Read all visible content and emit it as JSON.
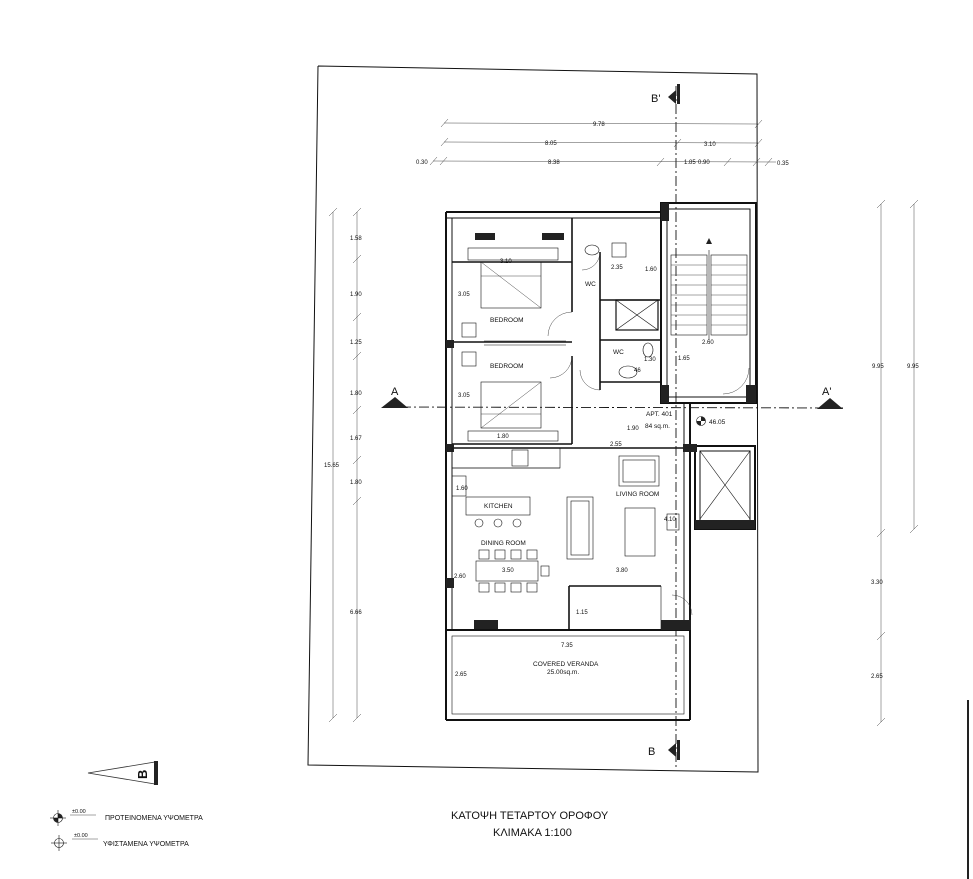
{
  "sections": {
    "b_prime": "B'",
    "b": "B",
    "a": "A",
    "a_prime": "A'"
  },
  "top_dims": {
    "d1": "9.78",
    "d2": "8.05",
    "d3": "3.10",
    "d4": "0.30",
    "d5": "8.38",
    "d6": "1.85",
    "d7": "0.90",
    "d8": "0.35"
  },
  "left_dims": {
    "d1": "1.58",
    "d2": "1.90",
    "d3": "1.25",
    "d4": "1.80",
    "d5": "1.67",
    "d6": "1.80",
    "d7": "6.66",
    "total": "15.65"
  },
  "right_dims": {
    "d1": "9.95",
    "d2": "9.95",
    "d3": "3.30",
    "d4": "2.65"
  },
  "interior_dims": {
    "bed1_width": "3.10",
    "bed1_depth": "3.05",
    "wc1_w": "2.35",
    "wc1_d": "1.60",
    "stair_w": "2.60",
    "stair_d": "1.65",
    "wc2_w": "1.30",
    "wc2_d": "46",
    "bed2_depth": "3.05",
    "bed2_width": "1.80",
    "hall": "1.90",
    "hall2": "2.55",
    "kitchen_d": "1.60",
    "living_d": "4.10",
    "dining_w": "3.50",
    "dining_d": "2.60",
    "living_w": "3.80",
    "balcony_w": "1.15",
    "veranda_w": "7.35",
    "veranda_d": "2.65"
  },
  "rooms": {
    "wc1": "WC",
    "bedroom1": "BEDROOM",
    "bedroom2": "BEDROOM",
    "wc2": "WC",
    "kitchen": "KITCHEN",
    "living": "LIVING ROOM",
    "dining": "DINING ROOM",
    "veranda": "COVERED VERANDA",
    "veranda_area": "25.00sq.m."
  },
  "apartment": {
    "label": "APT. 401",
    "area": "84 sq.m.",
    "level": "46.05"
  },
  "north_label": "B",
  "legend": {
    "proposed_value": "±0.00",
    "proposed_label": "ΠΡΟΤΕΙΝΟΜΕΝΑ ΥΨΟΜΕΤΡΑ",
    "existing_value": "±0.00",
    "existing_label": "ΥΦΙΣΤΑΜΕΝΑ ΥΨΟΜΕΤΡΑ"
  },
  "title": {
    "line1": "ΚΑΤΟΨΗ ΤΕΤΑΡΤΟΥ ΟΡΟΦΟΥ",
    "line2": "ΚΛΙΜΑΚΑ 1:100"
  }
}
